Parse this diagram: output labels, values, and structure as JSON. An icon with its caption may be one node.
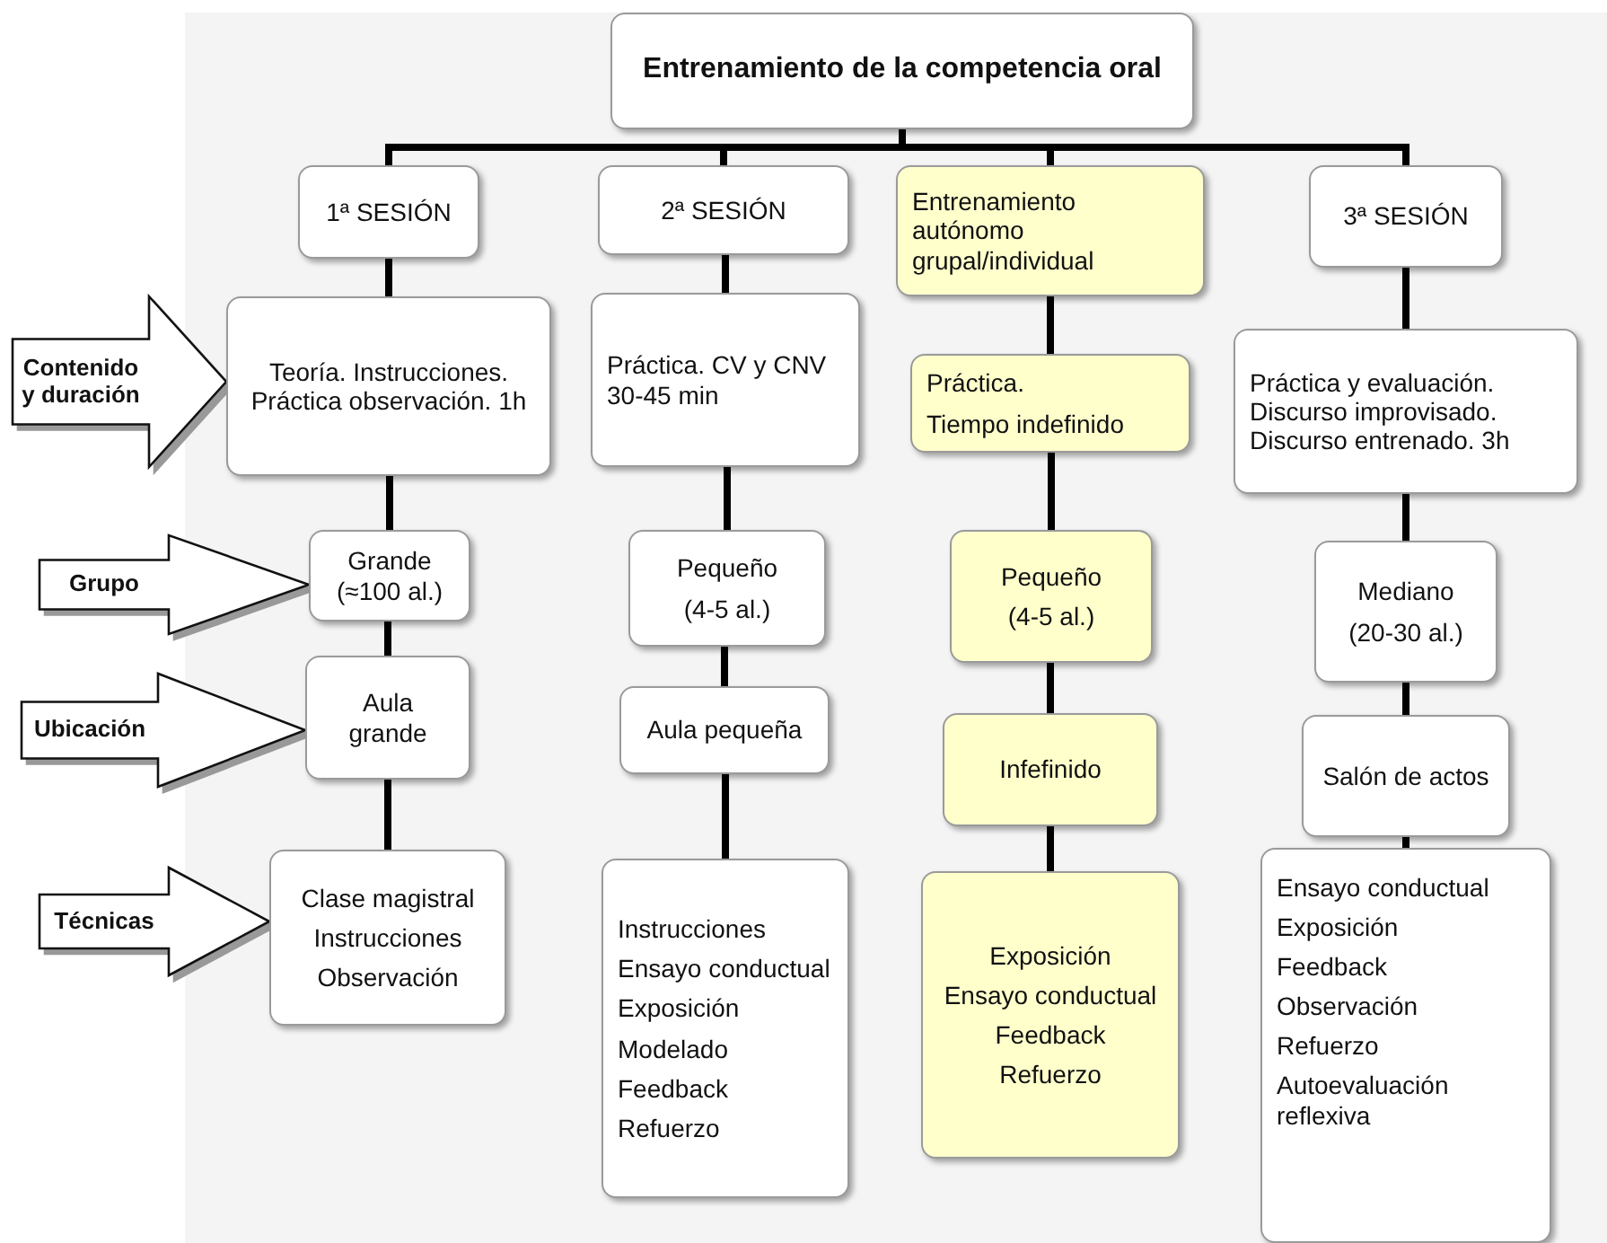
{
  "diagram": {
    "nodes": [
      {
        "text": [
          "Entrenamiento de la competencia oral"
        ]
      },
      {
        "text": [
          "1ª SESIÓN"
        ]
      },
      {
        "text": [
          "Teoría. Instrucciones. Práctica observación. 1h"
        ]
      },
      {
        "text": [
          "Grande (≈100 al.)"
        ]
      },
      {
        "text": [
          "Aula grande"
        ]
      },
      {
        "text": [
          "Clase magistral",
          "Instrucciones",
          "Observación"
        ]
      },
      {
        "text": [
          "2ª SESIÓN"
        ]
      },
      {
        "text": [
          "Práctica. CV y CNV 30-45 min"
        ]
      },
      {
        "text": [
          "Pequeño",
          "(4-5 al.)"
        ]
      },
      {
        "text": [
          "Aula pequeña"
        ]
      },
      {
        "text": [
          "Instrucciones",
          "Ensayo conductual",
          "Exposición",
          "Modelado",
          "Feedback",
          "Refuerzo"
        ]
      },
      {
        "text": [
          "Entrenamiento autónomo grupal/individual"
        ]
      },
      {
        "text": [
          "Práctica.",
          "Tiempo indefinido"
        ]
      },
      {
        "text": [
          "Pequeño",
          "(4-5 al.)"
        ]
      },
      {
        "text": [
          "Infefinido"
        ]
      },
      {
        "text": [
          "Exposición",
          "Ensayo conductual",
          "Feedback",
          "Refuerzo"
        ]
      },
      {
        "text": [
          "3ª SESIÓN"
        ]
      },
      {
        "text": [
          "Práctica y evaluación. Discurso improvisado. Discurso entrenado. 3h"
        ]
      },
      {
        "text": [
          "Mediano",
          "(20-30 al.)"
        ]
      },
      {
        "text": [
          "Salón de actos"
        ]
      },
      {
        "text": [
          "Ensayo conductual",
          "Exposición",
          "Feedback",
          "Observación",
          "Refuerzo",
          "Autoevaluación reflexiva"
        ]
      }
    ],
    "edges": [
      {
        "from": 0,
        "to": 1,
        "arrow": "none"
      },
      {
        "from": 0,
        "to": 6,
        "arrow": "none"
      },
      {
        "from": 0,
        "to": 11,
        "arrow": "none"
      },
      {
        "from": 0,
        "to": 16,
        "arrow": "none"
      },
      {
        "from": 1,
        "to": 2,
        "arrow": "none"
      },
      {
        "from": 2,
        "to": 3,
        "arrow": "none"
      },
      {
        "from": 3,
        "to": 4,
        "arrow": "none"
      },
      {
        "from": 4,
        "to": 5,
        "arrow": "none"
      },
      {
        "from": 6,
        "to": 7,
        "arrow": "none"
      },
      {
        "from": 7,
        "to": 8,
        "arrow": "none"
      },
      {
        "from": 8,
        "to": 9,
        "arrow": "none"
      },
      {
        "from": 9,
        "to": 10,
        "arrow": "none"
      },
      {
        "from": 11,
        "to": 12,
        "arrow": "none"
      },
      {
        "from": 12,
        "to": 13,
        "arrow": "none"
      },
      {
        "from": 13,
        "to": 14,
        "arrow": "none"
      },
      {
        "from": 14,
        "to": 15,
        "arrow": "none"
      },
      {
        "from": 16,
        "to": 17,
        "arrow": "none"
      },
      {
        "from": 17,
        "to": 18,
        "arrow": "none"
      },
      {
        "from": 18,
        "to": 19,
        "arrow": "none"
      },
      {
        "from": 19,
        "to": 20,
        "arrow": "none"
      },
      {
        "from": null,
        "to": 2,
        "arrow": "to",
        "label": "Contenido y duración"
      },
      {
        "from": null,
        "to": 3,
        "arrow": "to",
        "label": "Grupo"
      },
      {
        "from": null,
        "to": 4,
        "arrow": "to",
        "label": "Ubicación"
      },
      {
        "from": null,
        "to": 5,
        "arrow": "to",
        "label": "Técnicas"
      }
    ]
  }
}
